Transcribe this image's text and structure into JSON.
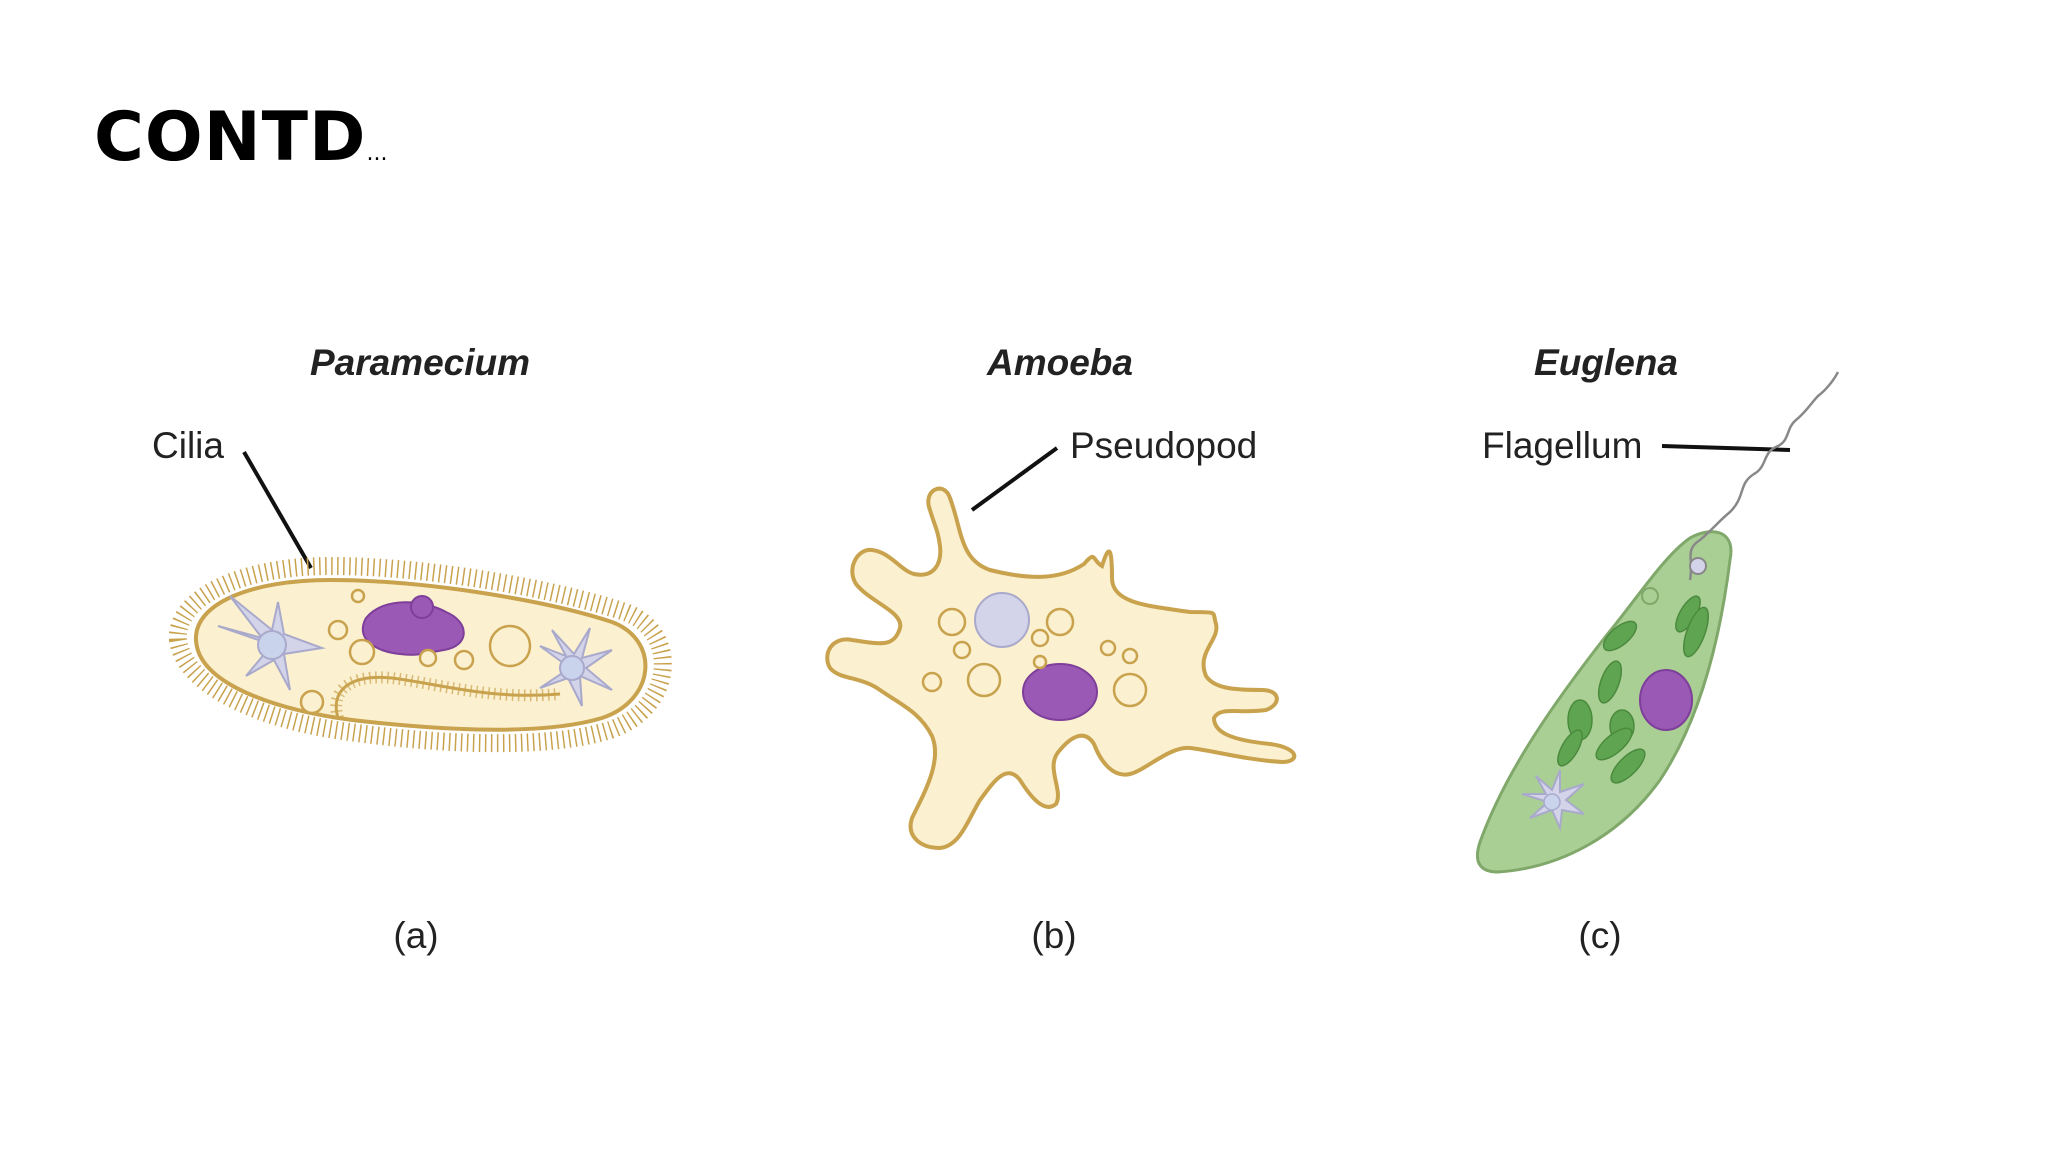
{
  "slide": {
    "title": "CONTD",
    "title_suffix": "..."
  },
  "figure": {
    "panels": [
      {
        "organism": "Paramecium",
        "structure_label": "Cilia",
        "panel_label": "(a)"
      },
      {
        "organism": "Amoeba",
        "structure_label": "Pseudopod",
        "panel_label": "(b)"
      },
      {
        "organism": "Euglena",
        "structure_label": "Flagellum",
        "panel_label": "(c)"
      }
    ],
    "colors": {
      "cytoplasm_fill": "#fbf0cf",
      "cell_outline": "#c9a24e",
      "nucleus": "#9b59b6",
      "vacuole": "#d3d3ea",
      "euglena_fill": "#a9cf94",
      "euglena_outline": "#7fa86a",
      "chloroplast": "#5fa450"
    }
  }
}
